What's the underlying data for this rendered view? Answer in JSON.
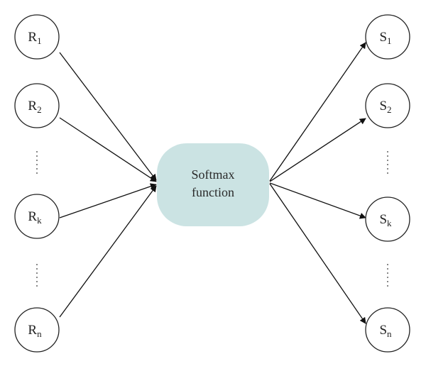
{
  "center": {
    "line1": "Softmax",
    "line2": "function",
    "fill": "#cbe3e3"
  },
  "inputs": [
    {
      "base": "R",
      "sub": "1"
    },
    {
      "base": "R",
      "sub": "2"
    },
    {
      "base": "R",
      "sub": "k"
    },
    {
      "base": "R",
      "sub": "n"
    }
  ],
  "outputs": [
    {
      "base": "S",
      "sub": "1"
    },
    {
      "base": "S",
      "sub": "2"
    },
    {
      "base": "S",
      "sub": "k"
    },
    {
      "base": "S",
      "sub": "n"
    }
  ],
  "colors": {
    "stroke": "#111111",
    "node_fill": "#ffffff"
  }
}
